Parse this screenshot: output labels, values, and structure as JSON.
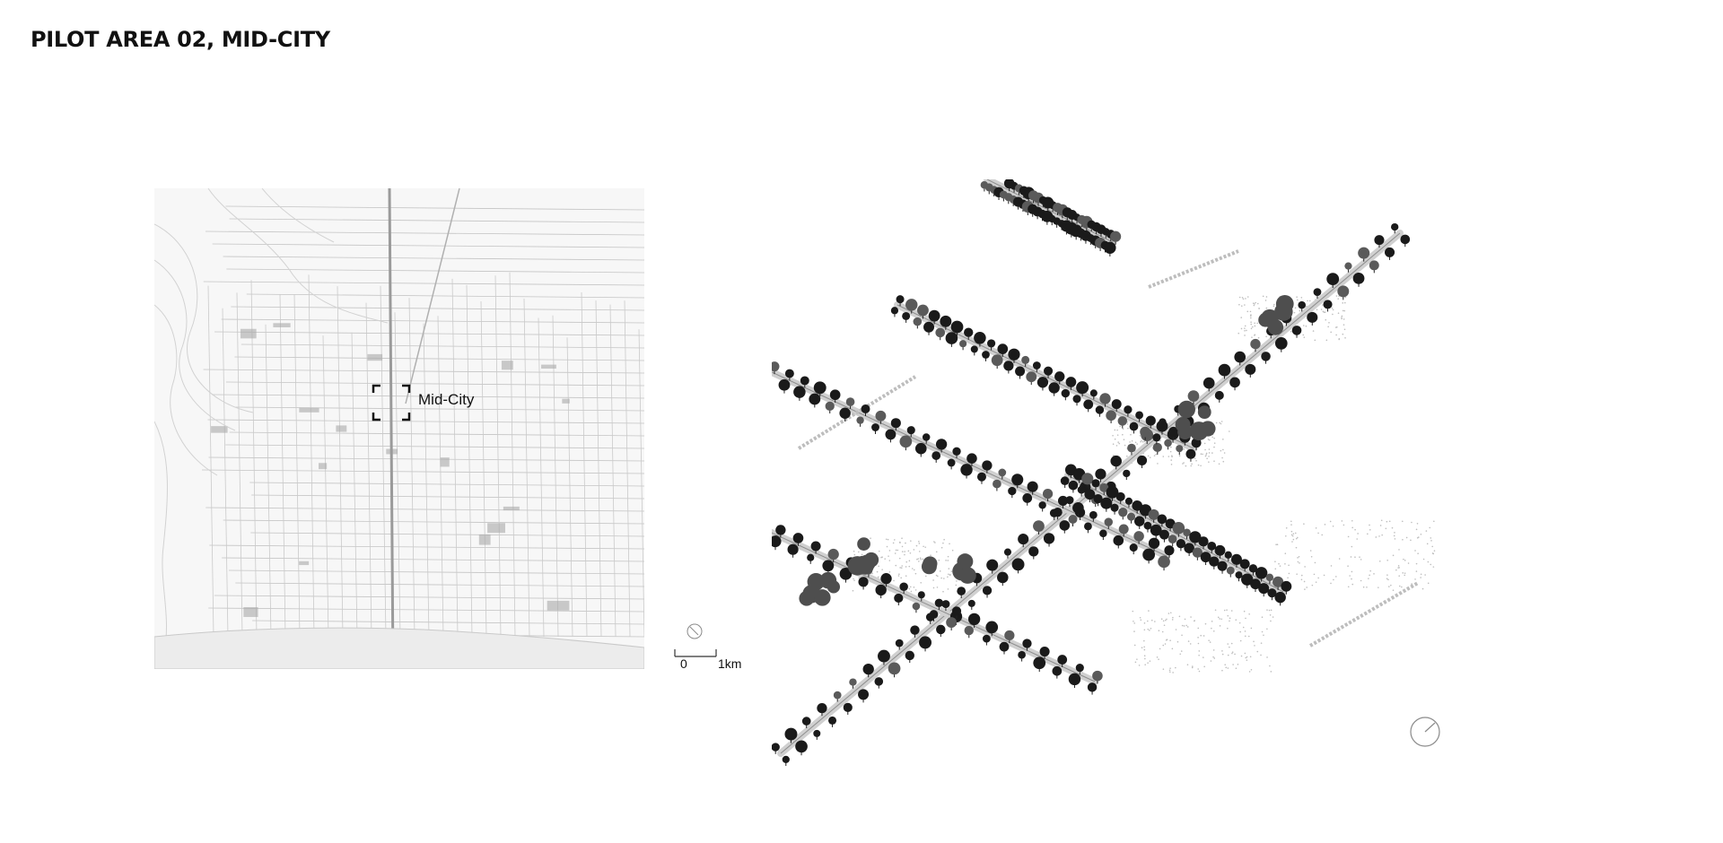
{
  "page": {
    "title": "PILOT AREA 02, MID-CITY"
  },
  "location_map": {
    "highlight_label": "Mid-City",
    "scale_bar": {
      "start_label": "0",
      "end_label": "1km"
    }
  },
  "axonometric": {
    "north_arrow_icon": "north-arrow-icon"
  },
  "colors": {
    "ink": "#111111",
    "street_line": "#bcbcbc",
    "tree_dark": "#1a1a1a",
    "tree_gray": "#5a5a5a",
    "paving": "#c8c8c8"
  }
}
